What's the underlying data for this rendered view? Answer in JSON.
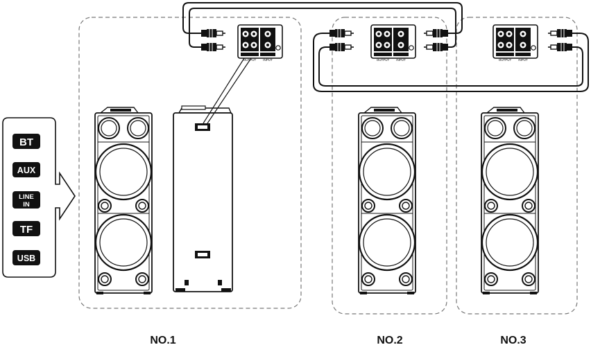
{
  "sources": [
    {
      "id": "bt",
      "label": "BT"
    },
    {
      "id": "aux",
      "label": "AUX"
    },
    {
      "id": "line-in",
      "label": "LINE IN",
      "line1": "LINE",
      "line2": "IN"
    },
    {
      "id": "tf",
      "label": "TF"
    },
    {
      "id": "usb",
      "label": "USB"
    }
  ],
  "speakers": [
    {
      "id": "no1",
      "label": "NO.1"
    },
    {
      "id": "no2",
      "label": "NO.2"
    },
    {
      "id": "no3",
      "label": "NO.3"
    }
  ],
  "panel": {
    "output_label": "OUTPUT",
    "input_label": "INPUT"
  },
  "colors": {
    "line": "#111111",
    "dash": "#777777",
    "badge_fill": "#111111",
    "badge_text": "#ffffff",
    "background": "#ffffff"
  }
}
